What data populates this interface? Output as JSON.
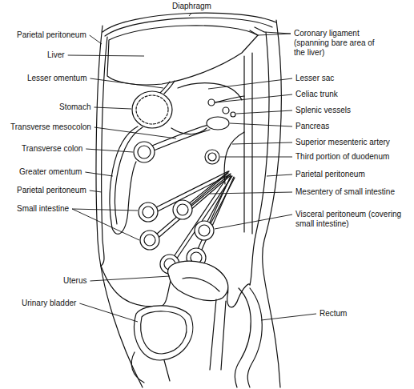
{
  "diagram": {
    "labels": [
      "Diaphragm",
      "Parietal peritoneum",
      "Coronary ligament (spanning bare area of the liver)",
      "Liver",
      "Lesser omentum",
      "Lesser sac",
      "Celiac trunk",
      "Stomach",
      "Splenic vessels",
      "Transverse mesocolon",
      "Pancreas",
      "Superior mesenteric artery",
      "Transverse colon",
      "Third portion of duodenum",
      "Greater omentum",
      "Parietal peritoneum",
      "Parietal peritoneum",
      "Mesentery of small intestine",
      "Small intestine",
      "Visceral peritoneum (covering small intestine)",
      "Uterus",
      "Rectum",
      "Urinary bladder"
    ]
  }
}
